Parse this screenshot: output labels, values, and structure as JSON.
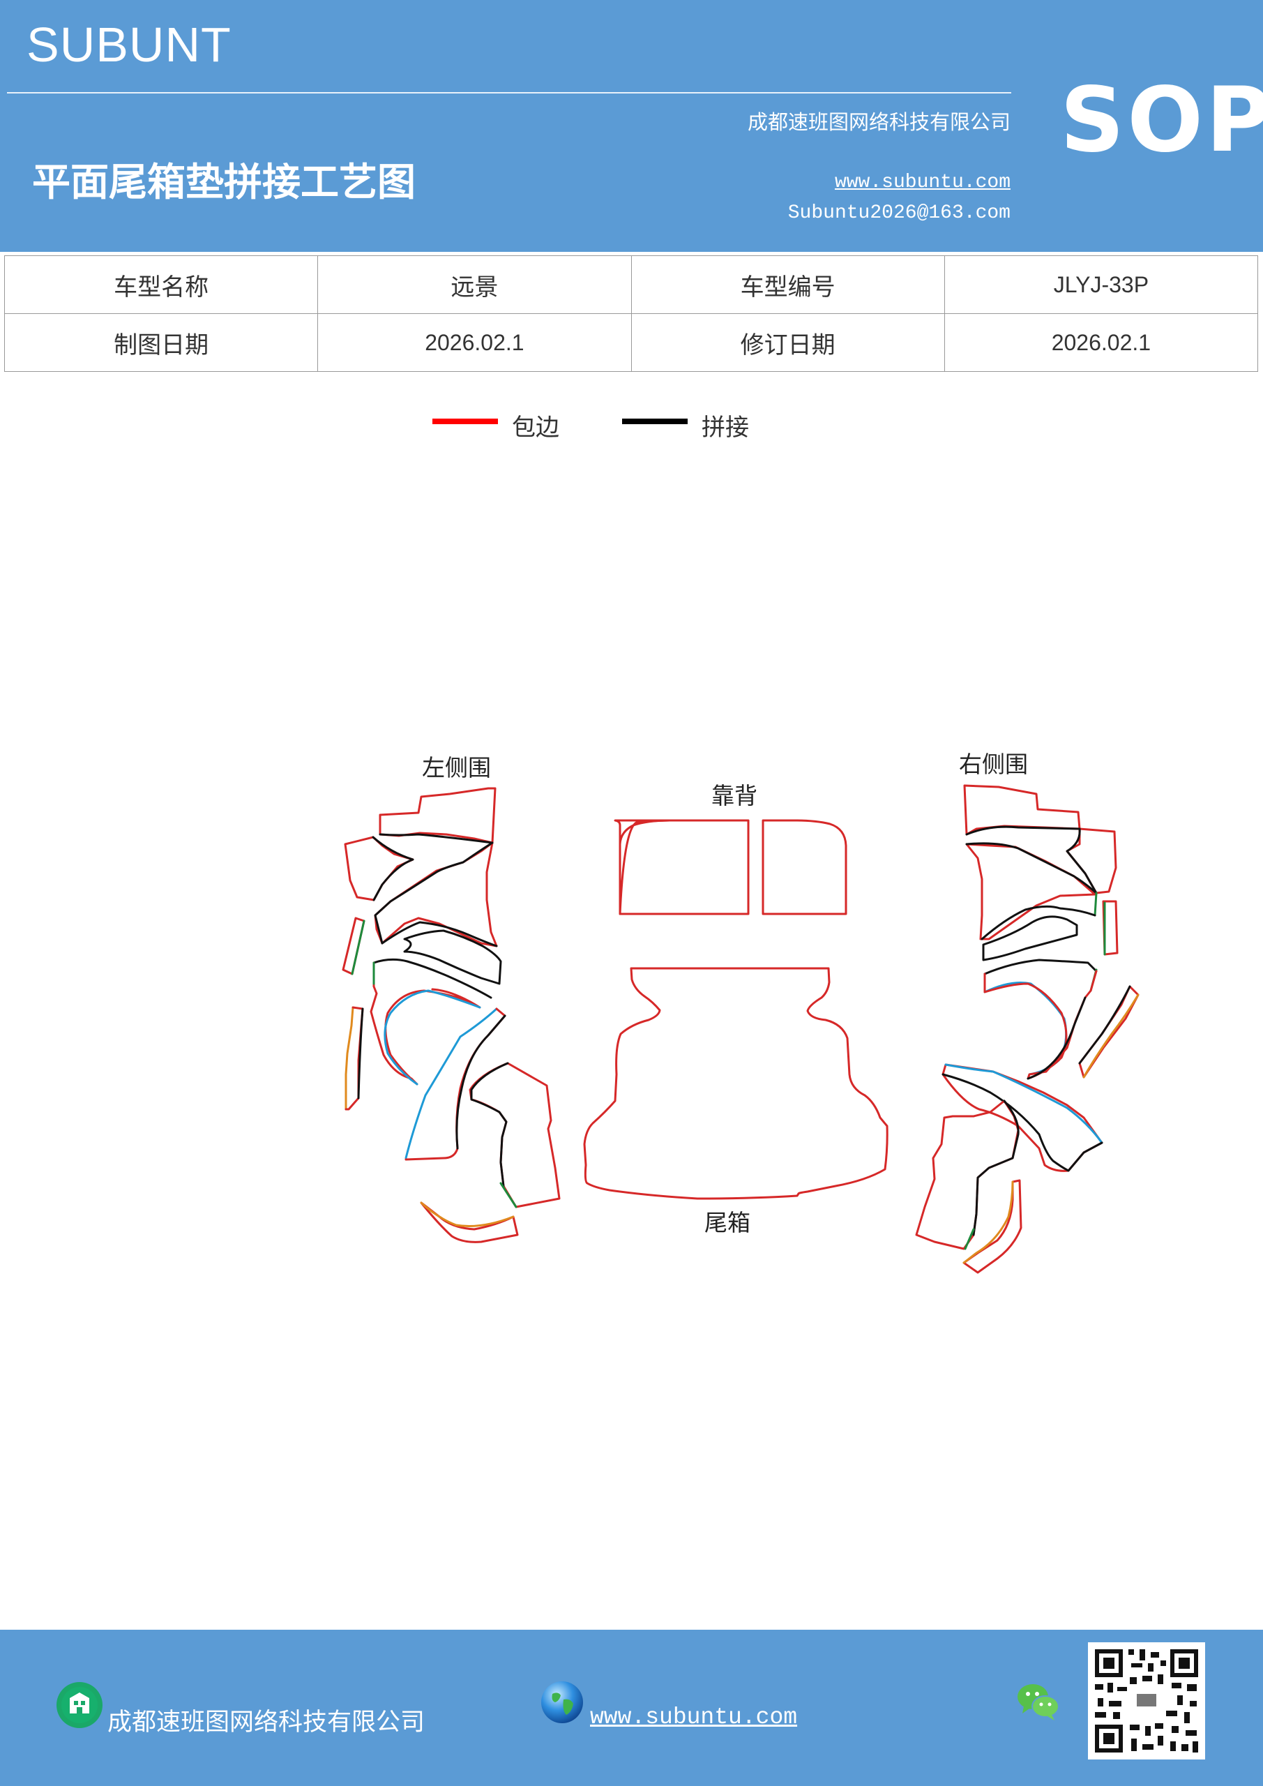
{
  "header": {
    "brand": "SUBUNT",
    "company": "成都速班图网络科技有限公司",
    "title": "平面尾箱垫拼接工艺图",
    "website": "www.subuntu.com",
    "email": "Subuntu2026@163.com",
    "badge": "SOP"
  },
  "info": {
    "model_name_label": "车型名称",
    "model_name_value": "远景",
    "model_code_label": "车型编号",
    "model_code_value": "JLYJ-33P",
    "draw_date_label": "制图日期",
    "draw_date_value": "2026.02.1",
    "revise_date_label": "修订日期",
    "revise_date_value": "2026.02.1"
  },
  "legend": {
    "edge_label": "包边",
    "edge_color": "#ff0000",
    "splice_label": "拼接",
    "splice_color": "#000000"
  },
  "diagram": {
    "left_side_label": "左侧围",
    "back_label": "靠背",
    "right_side_label": "右侧围",
    "trunk_label": "尾箱",
    "colors": {
      "edge": "#d62828",
      "splice": "#111111",
      "blue": "#1e9ad6",
      "green": "#1e8a3c",
      "orange": "#e08a1e"
    }
  },
  "footer": {
    "company": "成都速班图网络科技有限公司",
    "website": "www.subuntu.com",
    "company_icon": "building-icon",
    "web_icon": "globe-icon",
    "wechat_icon": "wechat-icon",
    "qr_name": "qr-code"
  }
}
